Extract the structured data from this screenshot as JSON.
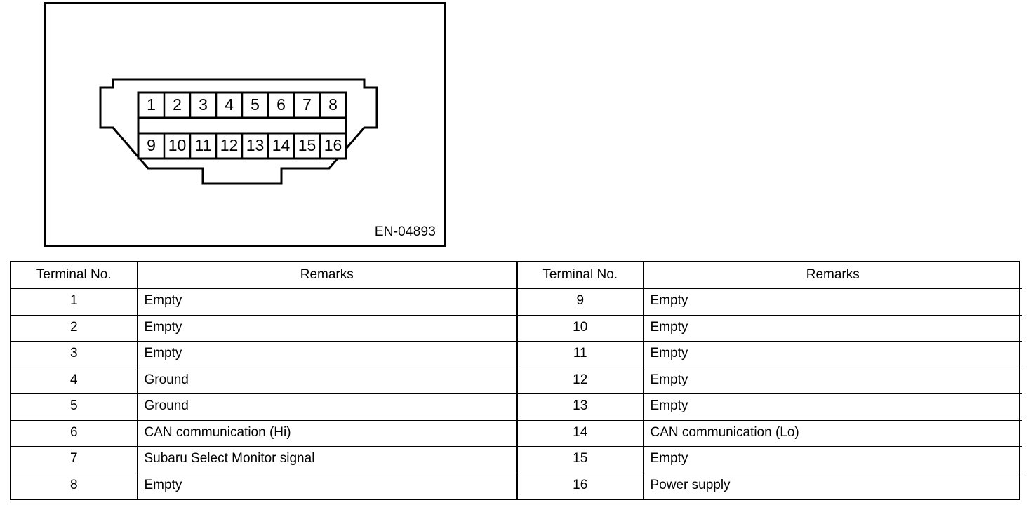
{
  "figure": {
    "id_label": "EN-04893",
    "connector": {
      "name": "data-link-connector",
      "top_row_pins": [
        "1",
        "2",
        "3",
        "4",
        "5",
        "6",
        "7",
        "8"
      ],
      "bottom_row_pins": [
        "9",
        "10",
        "11",
        "12",
        "13",
        "14",
        "15",
        "16"
      ]
    }
  },
  "tables": {
    "columns": {
      "terminal_no": "Terminal No.",
      "remarks": "Remarks"
    },
    "left": {
      "rows": [
        {
          "terminal": "1",
          "remark": "Empty"
        },
        {
          "terminal": "2",
          "remark": "Empty"
        },
        {
          "terminal": "3",
          "remark": "Empty"
        },
        {
          "terminal": "4",
          "remark": "Ground"
        },
        {
          "terminal": "5",
          "remark": "Ground"
        },
        {
          "terminal": "6",
          "remark": "CAN communication (Hi)"
        },
        {
          "terminal": "7",
          "remark": "Subaru Select Monitor signal"
        },
        {
          "terminal": "8",
          "remark": "Empty"
        }
      ]
    },
    "right": {
      "rows": [
        {
          "terminal": "9",
          "remark": "Empty"
        },
        {
          "terminal": "10",
          "remark": "Empty"
        },
        {
          "terminal": "11",
          "remark": "Empty"
        },
        {
          "terminal": "12",
          "remark": "Empty"
        },
        {
          "terminal": "13",
          "remark": "Empty"
        },
        {
          "terminal": "14",
          "remark": "CAN communication (Lo)"
        },
        {
          "terminal": "15",
          "remark": "Empty"
        },
        {
          "terminal": "16",
          "remark": "Power supply"
        }
      ]
    }
  },
  "colors": {
    "ink": "#000000",
    "paper": "#ffffff"
  }
}
